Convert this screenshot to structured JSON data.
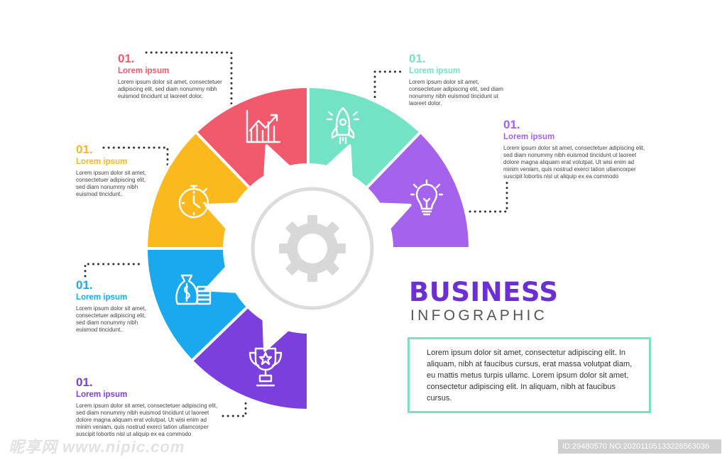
{
  "title": "BUSINESS",
  "subtitle": "INFOGRAPHIC",
  "description": "Lorem ipsum dolor sit amet, consectetur adipiscing elit. In aliquam, nibh at faucibus cursus, erat massa volutpat diam, eu mattis metus turpis ullamc. Lorem ipsum dolor sit amet, consectetur adipiscing elit. In aliquam, nibh at faucibus cursus.",
  "items": [
    {
      "number": "01.",
      "title": "Lorem ipsum",
      "text": "Lorem ipsum dolor sit amet, consectetuer adipiscing elit, sed diam nonummy nibh euismod tincidunt ut laoreet dolor.",
      "color": "#f05a6c",
      "icon": "growth-chart-icon"
    },
    {
      "number": "01.",
      "title": "Lorem ipsum",
      "text": "Lorem ipsum dolor sit amet, consectetuer adipiscing elit, sed diam nonummy nibh euismod tincidunt ut laoreet dolor.",
      "color": "#74e2c5",
      "icon": "rocket-icon"
    },
    {
      "number": "01.",
      "title": "Lorem ipsum",
      "text": "Lorem ipsum dolor sit amet, consectetuer adipiscing elit, sed diam nonummy nibh euismod tincidunt ut laoreet dolore magna aliquam erat volutpat. Ut wisi enim ad minim veniam, quis nostrud exerci tation ullamcorper suscipit lobortis nisl ut aliquip ex ea commodo",
      "color": "#a462ed",
      "icon": "lightbulb-icon"
    },
    {
      "number": "01.",
      "title": "Lorem ipsum",
      "text": "Lorem ipsum dolor sit amet, consectetuer adipiscing elit, sed diam nonummy nibh euismod tincidunt.",
      "color": "#fbb91e",
      "icon": "stopwatch-icon"
    },
    {
      "number": "01.",
      "title": "Lorem ipsum",
      "text": "Lorem ipsum dolor sit amet, consectetuer adipiscing elit, sed diam nonummy nibh euismod tincidunt.",
      "color": "#1aa8ee",
      "icon": "money-bag-icon"
    },
    {
      "number": "01.",
      "title": "Lorem ipsum",
      "text": "Lorem ipsum dolor sit amet, consectetuer adipiscing elit, sed diam nonummy nibh euismod tincidunt ut laoreet dolore magna aliquam erat volutpat. Ut wisi enim ad minim veniam, quis nostrud exerci tation ullamcorper suscipit lobortis nisl ut aliquip ex ea commodo",
      "color": "#7a3fdc",
      "icon": "trophy-icon"
    }
  ],
  "center_icon": "gear-icon",
  "watermark_left": "昵享网 www.nipic.com",
  "watermark_right": "ID:29480570 NO:20201105133226563036"
}
